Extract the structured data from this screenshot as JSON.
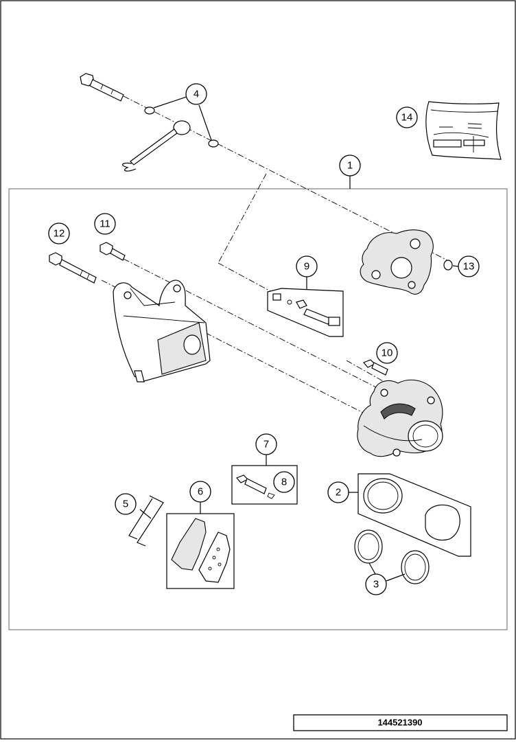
{
  "diagram": {
    "callouts": [
      "1",
      "2",
      "3",
      "4",
      "5",
      "6",
      "7",
      "8",
      "9",
      "10",
      "11",
      "12",
      "13",
      "14"
    ],
    "drawing_number": "144521390"
  }
}
